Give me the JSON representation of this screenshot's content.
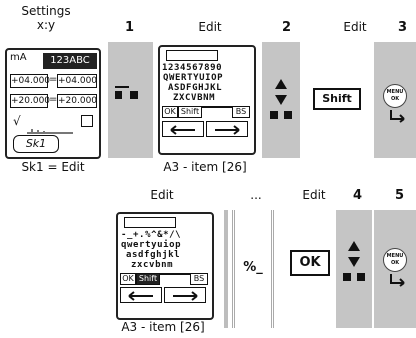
{
  "headers": {
    "settings": "Settings",
    "settings_sub": "x:y",
    "step1": "1",
    "edit1": "Edit",
    "step2": "2",
    "edit2": "Edit",
    "step3": "3",
    "edit3": "Edit",
    "ellipsis": "...",
    "edit4": "Edit",
    "step4": "4",
    "step5": "5"
  },
  "device": {
    "unit": "mA",
    "code": "123ABC",
    "r1_left": "+04.000",
    "r1_mid": "=",
    "r1_right": "+04.000",
    "r2_left": "+20.000",
    "r2_mid": "=",
    "r2_right": "+20.000",
    "sqrt": "√",
    "tab": "Sk1"
  },
  "captions": {
    "sk1": "Sk1 = Edit",
    "a3_top": "A3 - item [26]",
    "a3_bottom": "A3 - item [26]"
  },
  "keyboard_upper": {
    "row0": "1234567890",
    "row1": "QWERTYUIOP",
    "row2": "ASDFGHJKL",
    "row3": "ZXCVBNM",
    "ok": "OK",
    "shift": "Shift",
    "bs": "BS"
  },
  "keyboard_lower": {
    "row0": "-_+.%^&*/\\",
    "row1": "qwertyuiop",
    "row2": "asdfghjkl",
    "row3": "zxcvbnm",
    "ok": "OK",
    "shift": "Shift",
    "bs": "BS"
  },
  "keys": {
    "shift": "Shift",
    "percent": "%_",
    "ok": "OK",
    "menu_top": "MENU",
    "menu_bottom": "OK"
  }
}
